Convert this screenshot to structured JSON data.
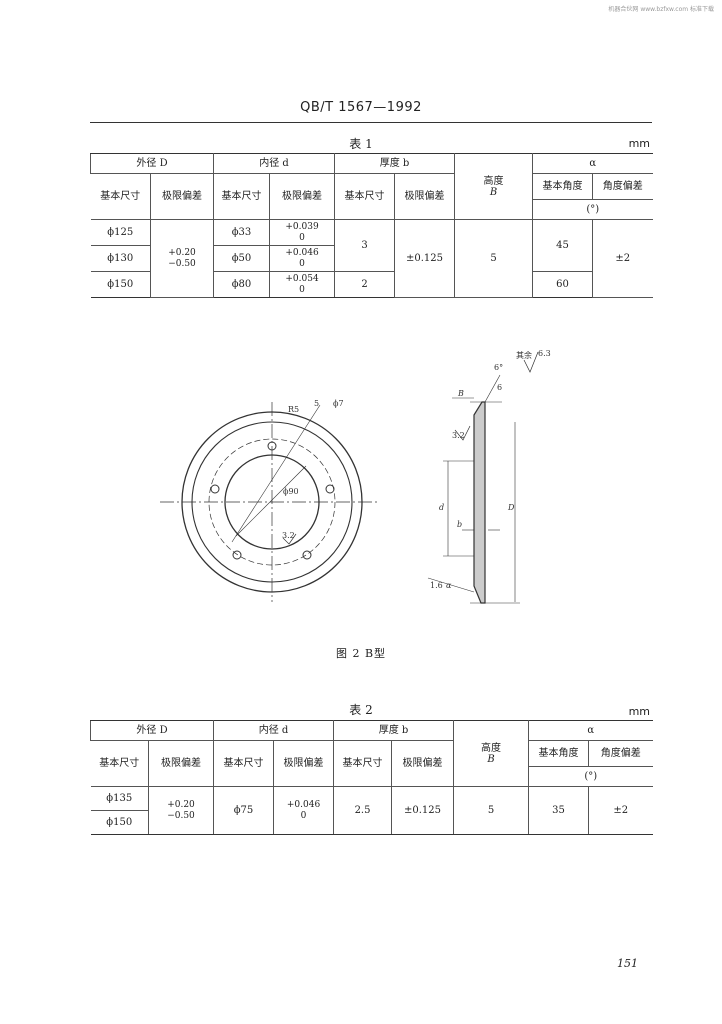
{
  "watermark": "机器合伙网 www.bzfxw.com 标准下载",
  "header": "QB/T 1567—1992",
  "table1": {
    "caption": "表 1",
    "unit": "mm",
    "h_outer": "外径 D",
    "h_inner": "内径 d",
    "h_thick": "厚度 b",
    "h_height_1": "高度",
    "h_height_2": "B",
    "h_alpha": "α",
    "h_basic": "基本尺寸",
    "h_dev": "极限偏差",
    "h_angle_basic": "基本角度",
    "h_angle_dev": "角度偏差",
    "h_degree": "(°)",
    "r1_D": "ϕ125",
    "r2_D": "ϕ130",
    "r3_D": "ϕ150",
    "D_dev_up": "+0.20",
    "D_dev_lo": "−0.50",
    "r1_d": "ϕ33",
    "r1_d_up": "+0.039",
    "r1_d_lo": "0",
    "r2_d": "ϕ50",
    "r2_d_up": "+0.046",
    "r2_d_lo": "0",
    "r3_d": "ϕ80",
    "r3_d_up": "+0.054",
    "r3_d_lo": "0",
    "b_1": "3",
    "b_2": "2",
    "b_dev": "±0.125",
    "B": "5",
    "a_1": "45",
    "a_2": "60",
    "a_dev": "±2"
  },
  "figure": {
    "caption": "图 2   B型",
    "rest": "其余",
    "rough_rest": "6.3",
    "rough_face": "3.2",
    "rough_hole": "3.2",
    "dim_r5": "R5",
    "dim_5": "5",
    "dim_phi7": "ϕ7",
    "dim_phi90": "ϕ90",
    "dim_B": "B",
    "dim_D": "D",
    "dim_d": "d",
    "dim_b": "b",
    "dim_angle": "6°",
    "dim_alpha": "α",
    "dim_gap": "6",
    "dim_rough_edge": "1.6"
  },
  "table2": {
    "caption": "表 2",
    "unit": "mm",
    "h_outer": "外径 D",
    "h_inner": "内径 d",
    "h_thick": "厚度 b",
    "h_height_1": "高度",
    "h_height_2": "B",
    "h_alpha": "α",
    "h_basic": "基本尺寸",
    "h_dev": "极限偏差",
    "h_angle_basic": "基本角度",
    "h_angle_dev": "角度偏差",
    "h_degree": "(°)",
    "r1_D": "ϕ135",
    "r2_D": "ϕ150",
    "D_dev_up": "+0.20",
    "D_dev_lo": "−0.50",
    "d": "ϕ75",
    "d_up": "+0.046",
    "d_lo": "0",
    "b": "2.5",
    "b_dev": "±0.125",
    "B": "5",
    "a": "35",
    "a_dev": "±2"
  },
  "page_number": "151"
}
